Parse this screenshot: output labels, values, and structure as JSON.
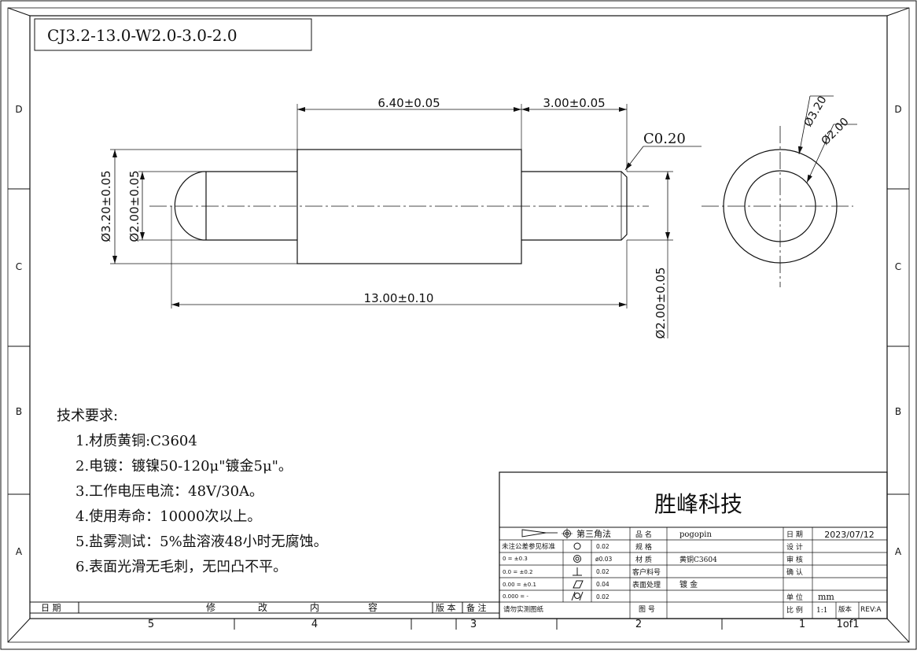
{
  "part_number": "CJ3.2-13.0-W2.0-3.0-2.0",
  "zone_letters": {
    "d": "D",
    "c": "C",
    "b": "B",
    "a": "A"
  },
  "zone_numbers": {
    "n5": "5",
    "n4": "4",
    "n3": "3",
    "n2": "2",
    "n1": "1"
  },
  "dimensions": {
    "body_length": "6.40±0.05",
    "tail_length": "3.00±0.05",
    "chamfer": "C0.20",
    "outer_dia": "Ø3.20±0.05",
    "head_dia": "Ø2.00±0.05",
    "tail_dia": "Ø2.00±0.05",
    "total_length": "13.00±0.10",
    "end_outer_dia": "Ø3.20",
    "end_inner_dia": "Ø2.00"
  },
  "requirements": {
    "title": "技术要求:",
    "items": [
      "1.材质黄铜:C3604",
      "2.电镀：镀镍50-120μ\"镀金5μ\"。",
      "3.工作电压电流：48V/30A。",
      "4.使用寿命：10000次以上。",
      "5.盐雾测试：5%盐溶液48小时无腐蚀。",
      "6.表面光滑无毛刺，无凹凸不平。"
    ]
  },
  "title_block": {
    "company": "胜峰科技",
    "projection": "第三角法",
    "tolerance_header": "未注公差参见标准",
    "tolerances": [
      "0 = ±0.3",
      "0.0 = ±0.2",
      "0.00 = ±0.1",
      "0.000 = -"
    ],
    "gdt": [
      {
        "symbol": "circularity-icon",
        "value": "0.02"
      },
      {
        "symbol": "concentricity-icon",
        "value": "ø0.03"
      },
      {
        "symbol": "perpendicularity-icon",
        "value": "0.02"
      },
      {
        "symbol": "flatness-icon",
        "value": "0.04"
      },
      {
        "symbol": "cylindricity-icon",
        "value": "0.02"
      }
    ],
    "do_not_measure": "请勿实测图纸",
    "labels": {
      "name": "品 名",
      "spec": "规 格",
      "material": "材 质",
      "customer_part": "客户料号",
      "surface": "表面处理",
      "drawing_no": "图 号",
      "date": "日 期",
      "design": "设 计",
      "review": "审 核",
      "confirm": "确 认",
      "unit": "单 位",
      "scale": "比 例",
      "version": "版本"
    },
    "values": {
      "name": "pogopin",
      "material": "黄铜C3604",
      "surface": "镀  金",
      "date": "2023/07/12",
      "unit": "mm",
      "scale": "1:1",
      "rev": "REV:A",
      "sheet": "1of1"
    }
  },
  "revision_bar": {
    "date": "日 期",
    "c1": "修",
    "c2": "改",
    "c3": "内",
    "c4": "容",
    "version": "版 本",
    "remark": "备 注"
  }
}
